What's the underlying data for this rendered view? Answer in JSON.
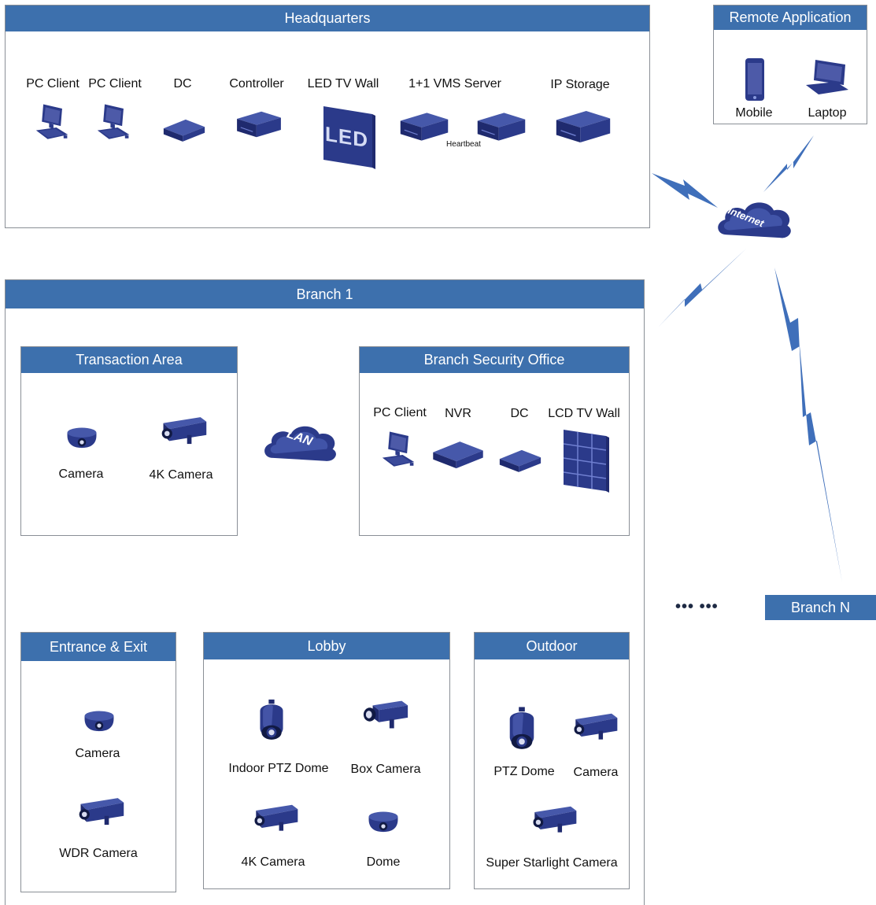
{
  "colors": {
    "header_blue": "#3d70ad",
    "device_navy": "#2b3a8a",
    "line_blue": "#4a78bf",
    "bolt_blue": "#3f6fba",
    "panel_border": "#8a8f96"
  },
  "headquarters": {
    "title": "Headquarters",
    "devices": [
      {
        "label": "PC Client",
        "icon": "pc-client-icon"
      },
      {
        "label": "PC Client",
        "icon": "pc-client-icon"
      },
      {
        "label": "DC",
        "icon": "dc-icon"
      },
      {
        "label": "Controller",
        "icon": "controller-icon"
      },
      {
        "label": "LED TV Wall",
        "icon": "led-wall-icon"
      },
      {
        "label": "1+1 VMS Server",
        "icon": "server-icon"
      },
      {
        "label": "IP Storage",
        "icon": "storage-icon"
      }
    ],
    "led_text": "LED",
    "heartbeat": "Heartbeat"
  },
  "remote": {
    "title": "Remote Application",
    "devices": [
      {
        "label": "Mobile",
        "icon": "mobile-icon"
      },
      {
        "label": "Laptop",
        "icon": "laptop-icon"
      }
    ]
  },
  "internet": {
    "label": "Internet",
    "icon": "cloud-icon"
  },
  "branch1": {
    "title": "Branch 1",
    "lan": {
      "label": "LAN",
      "icon": "cloud-icon"
    },
    "transaction": {
      "title": "Transaction Area",
      "devices": [
        {
          "label": "Camera",
          "icon": "dome-camera-icon"
        },
        {
          "label": "4K Camera",
          "icon": "bullet-camera-icon"
        }
      ]
    },
    "security": {
      "title": "Branch Security Office",
      "devices": [
        {
          "label": "PC Client",
          "icon": "pc-client-icon"
        },
        {
          "label": "NVR",
          "icon": "nvr-icon"
        },
        {
          "label": "DC",
          "icon": "dc-icon"
        },
        {
          "label": "LCD TV Wall",
          "icon": "lcd-wall-icon"
        }
      ]
    },
    "entrance": {
      "title": "Entrance & Exit",
      "devices": [
        {
          "label": "Camera",
          "icon": "dome-camera-icon"
        },
        {
          "label": "WDR Camera",
          "icon": "bullet-camera-icon"
        }
      ]
    },
    "lobby": {
      "title": "Lobby",
      "devices": [
        {
          "label": "Indoor PTZ Dome",
          "icon": "ptz-dome-icon"
        },
        {
          "label": "Box Camera",
          "icon": "box-camera-icon"
        },
        {
          "label": "4K Camera",
          "icon": "bullet-camera-icon"
        },
        {
          "label": "Dome",
          "icon": "dome-camera-icon"
        }
      ]
    },
    "outdoor": {
      "title": "Outdoor",
      "devices": [
        {
          "label": "PTZ Dome",
          "icon": "ptz-dome-icon"
        },
        {
          "label": "Camera",
          "icon": "bullet-camera-icon"
        },
        {
          "label": "Super Starlight Camera",
          "icon": "bullet-camera-icon"
        }
      ]
    }
  },
  "ellipsis": "••• •••",
  "branch_n": {
    "title": "Branch N"
  }
}
